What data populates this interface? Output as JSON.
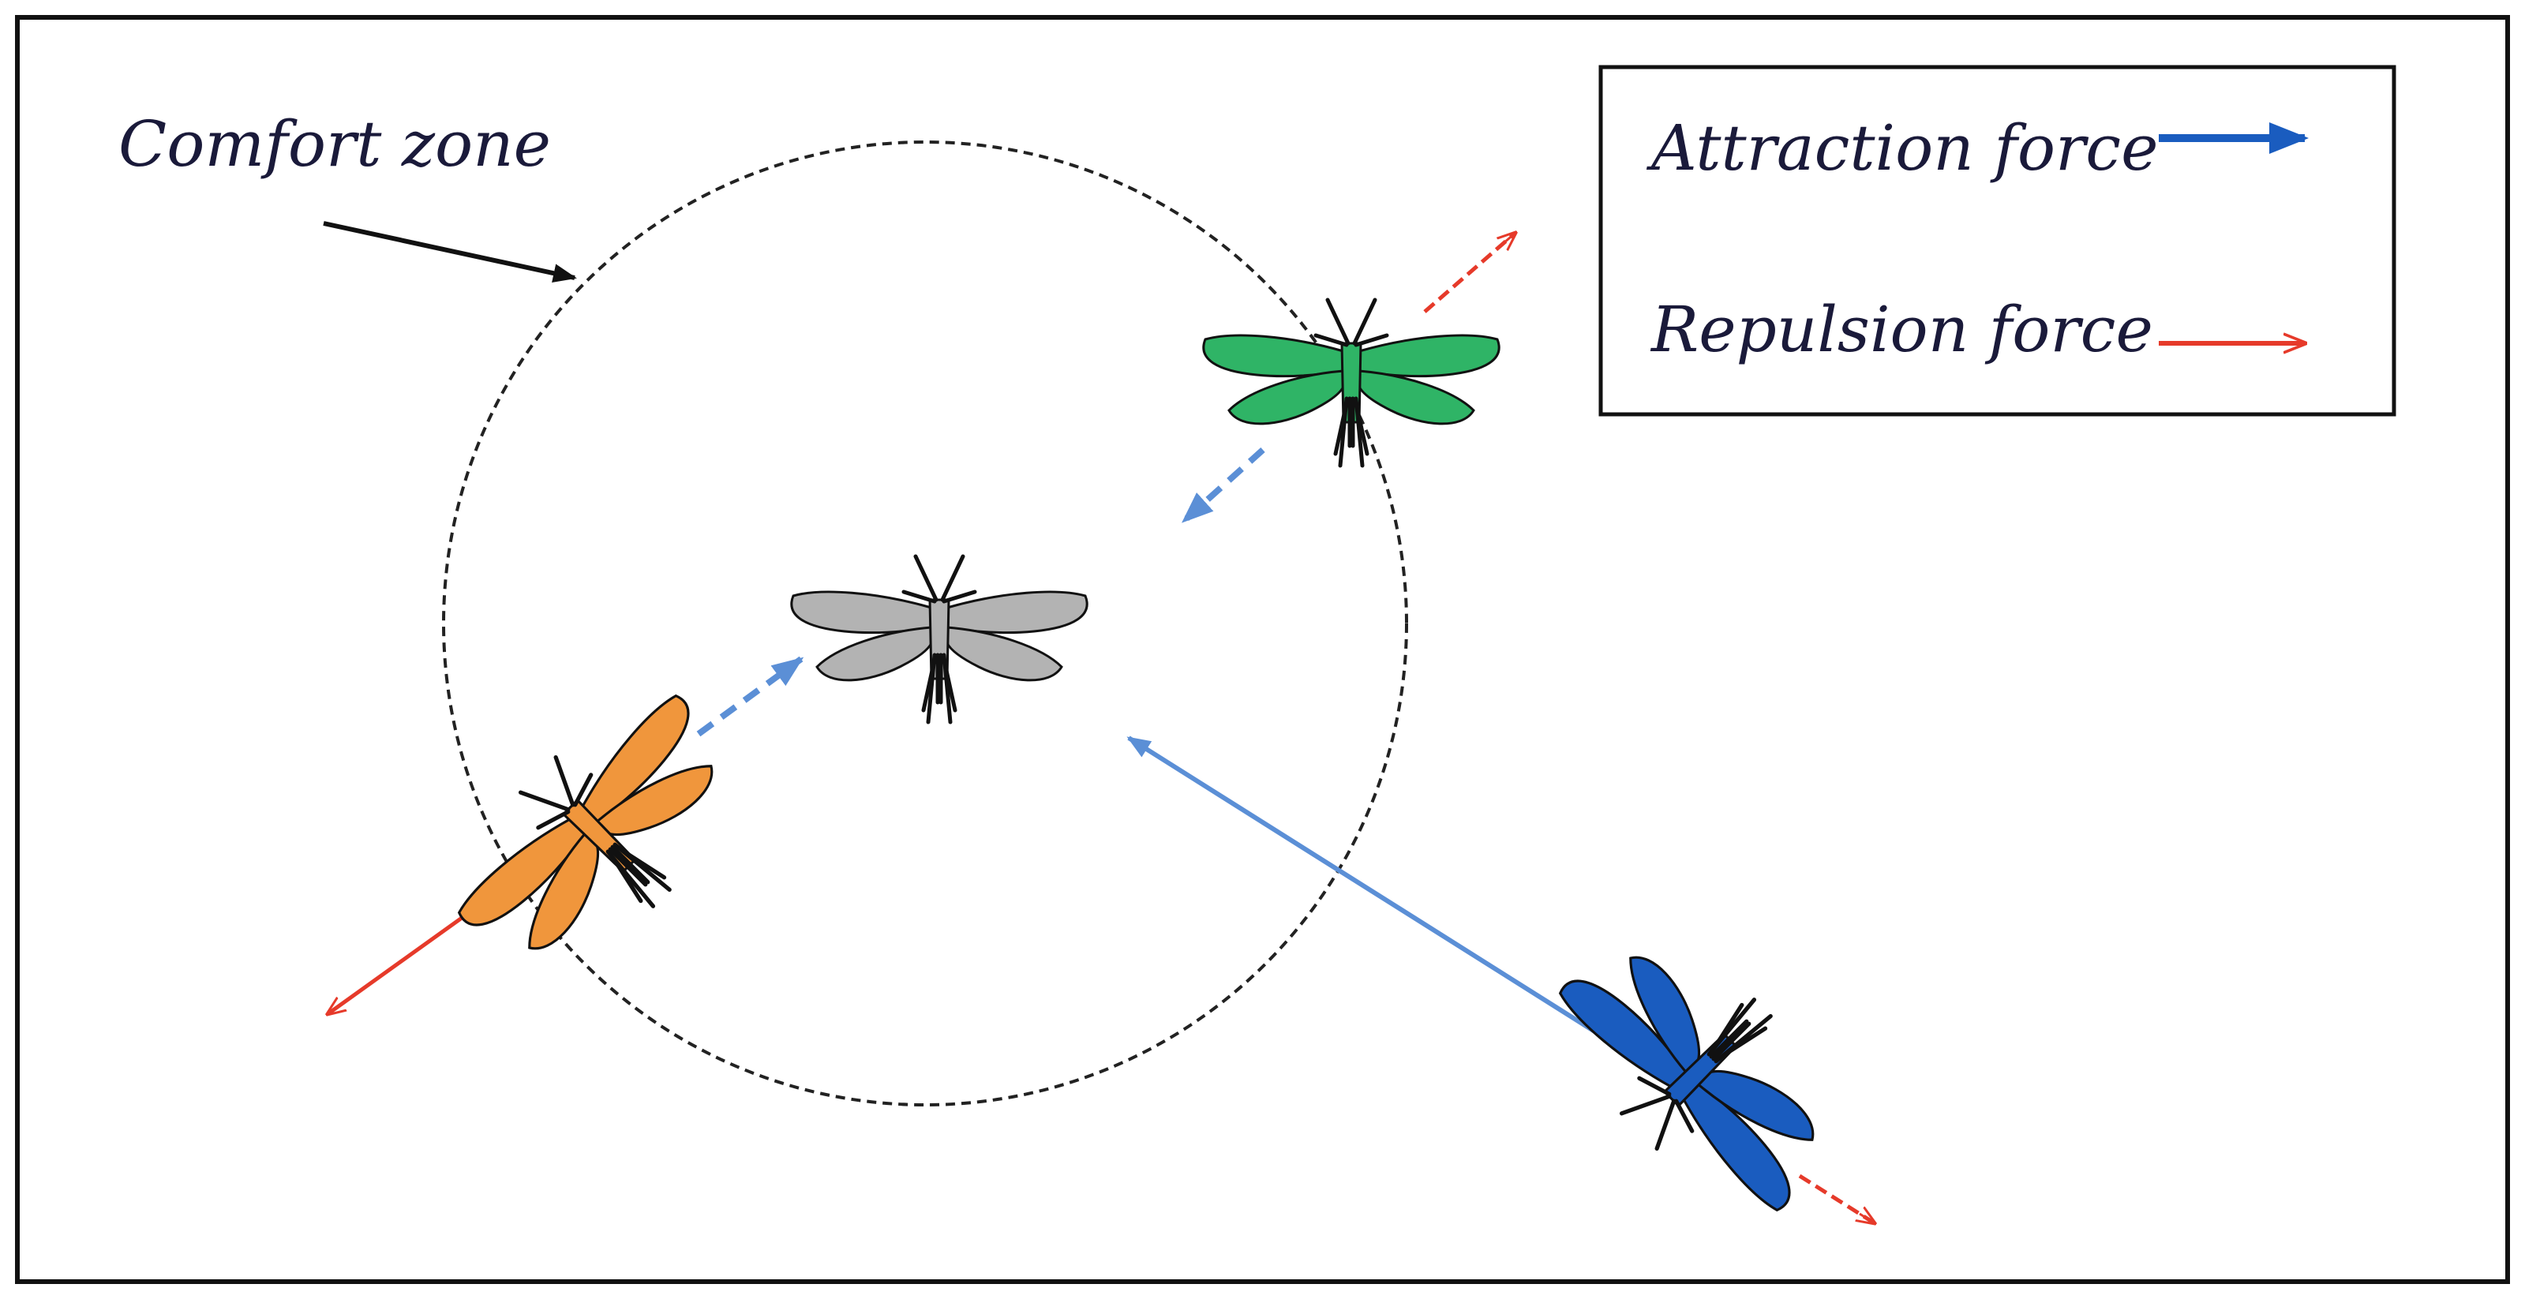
{
  "diagram": {
    "comfort_zone_label": "Comfort zone",
    "legend": {
      "attraction_label": "Attraction force",
      "repulsion_label": "Repulsion force"
    },
    "colors": {
      "attraction_legend": "#1a5cbf",
      "attraction_arrow": "#5b8fd6",
      "repulsion_arrow": "#e63a2a",
      "grasshopper_center": "#b3b3b3",
      "grasshopper_green": "#2fb466",
      "grasshopper_orange": "#f0963c",
      "grasshopper_blue": "#1a5cbf"
    }
  }
}
